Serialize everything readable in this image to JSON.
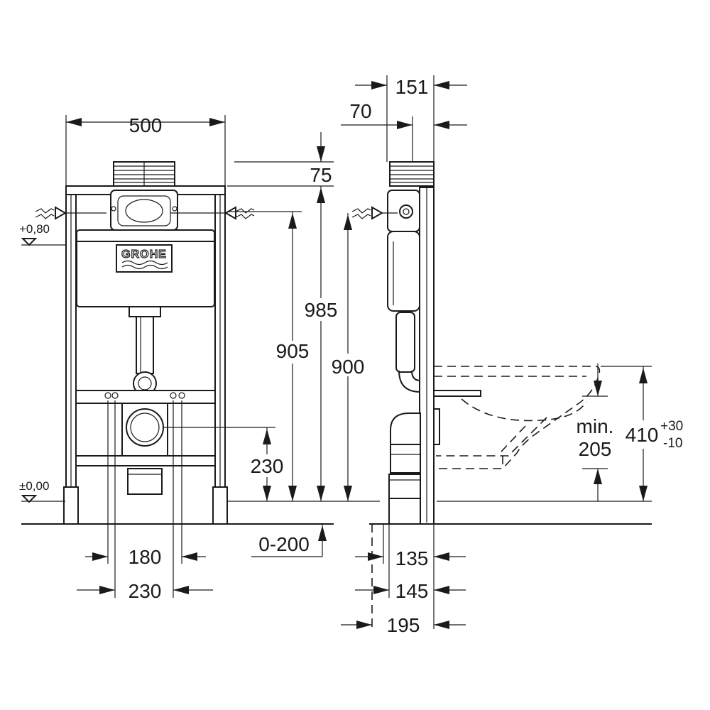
{
  "brand": {
    "logo_text": "GROHE"
  },
  "front_view": {
    "width": "500",
    "top_offset": "75",
    "height_985": "985",
    "height_905": "905",
    "drain_height": "230",
    "floor_build": "0-200",
    "stud_spacing": "180",
    "pipe_spacing": "230",
    "level_upper": "+0,80",
    "level_zero": "±0,00"
  },
  "side_view": {
    "depth_151": "151",
    "depth_70": "70",
    "height_900": "900",
    "min_label": "min.",
    "min_value": "205",
    "bowl_height": "410",
    "tol_plus": "+30",
    "tol_minus": "-10",
    "depth_135": "135",
    "depth_145": "145",
    "depth_195": "195"
  }
}
